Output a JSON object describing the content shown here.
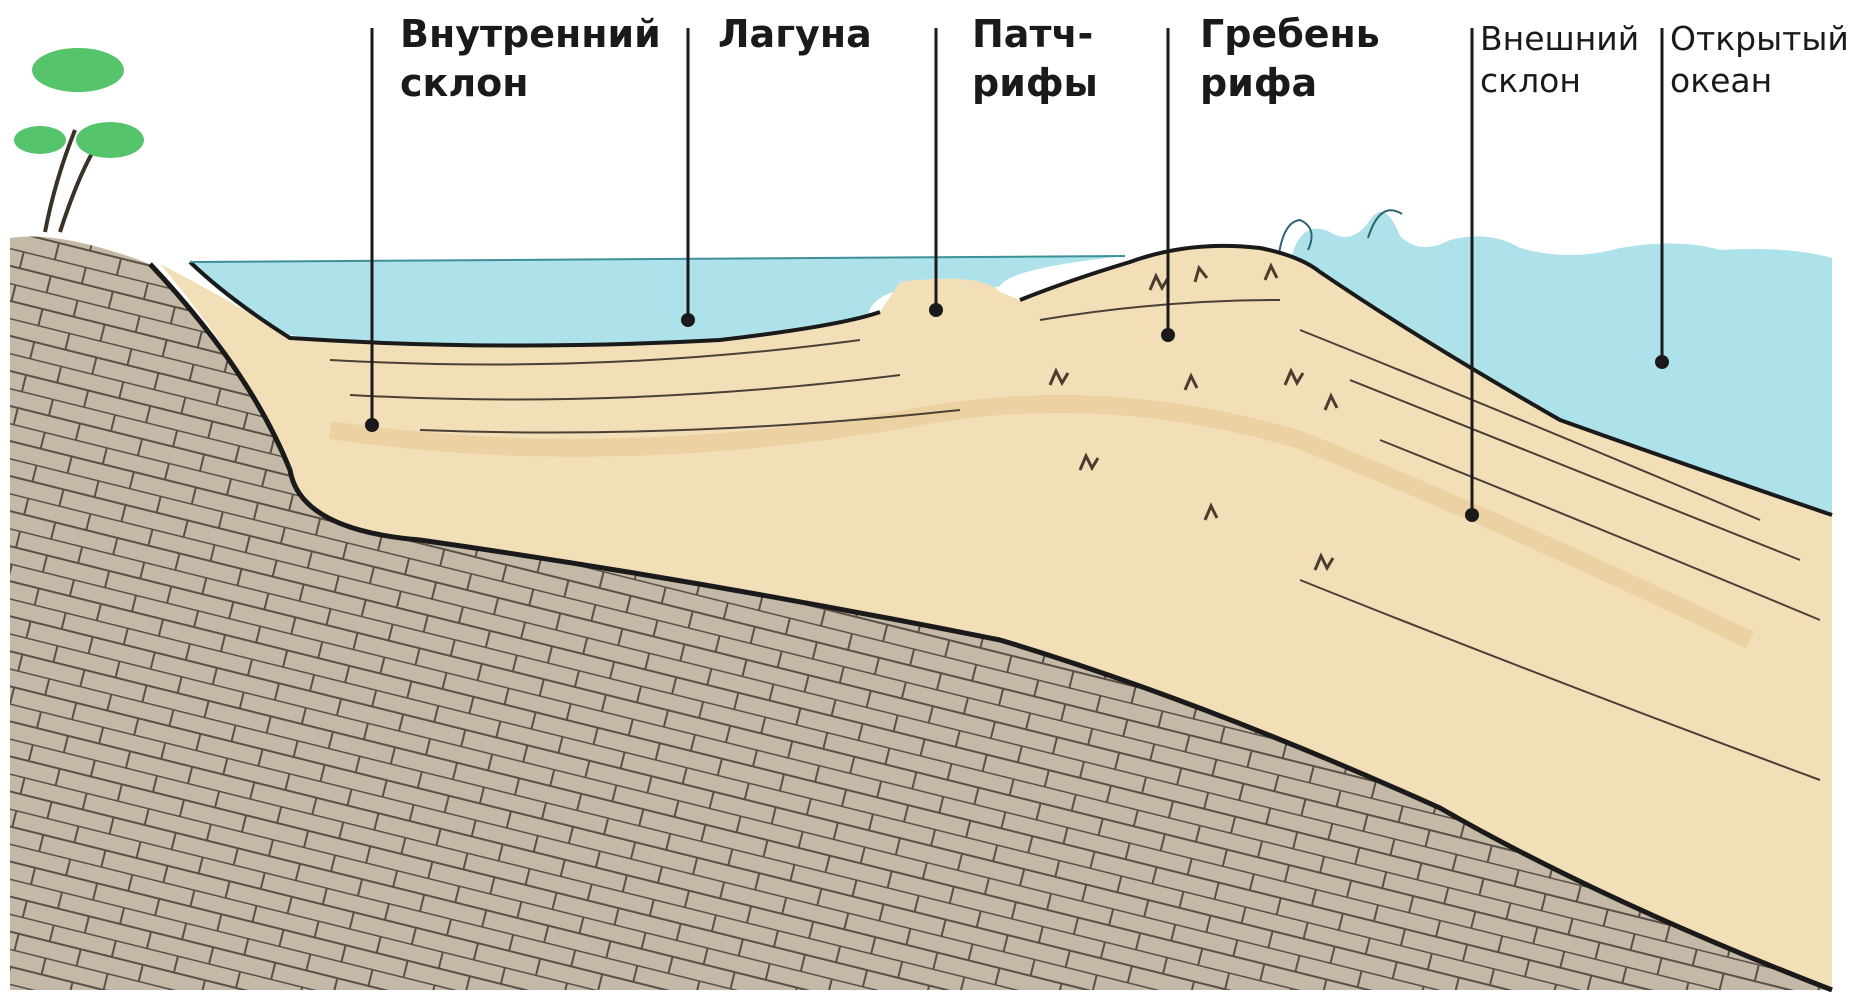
{
  "labels": {
    "inner_slope": {
      "line1": "Внутренний",
      "line2": "склон"
    },
    "lagoon": {
      "line1": "Лагуна"
    },
    "patch_reefs": {
      "line1": "Патч-",
      "line2": "рифы"
    },
    "reef_crest": {
      "line1": "Гребень",
      "line2": "рифа"
    },
    "outer_slope": {
      "line1": "Внешний",
      "line2": "склон"
    },
    "open_ocean": {
      "line1": "Открытый",
      "line2": "океан"
    }
  },
  "colors": {
    "water": "#aee2ea",
    "sand": "#f2dfb8",
    "sand_dark": "#e9cc98",
    "rock": "#c4b8a6",
    "rock_lines": "#5a5047",
    "ink": "#1a1a1a",
    "palm_leaves": "#55c46a"
  }
}
